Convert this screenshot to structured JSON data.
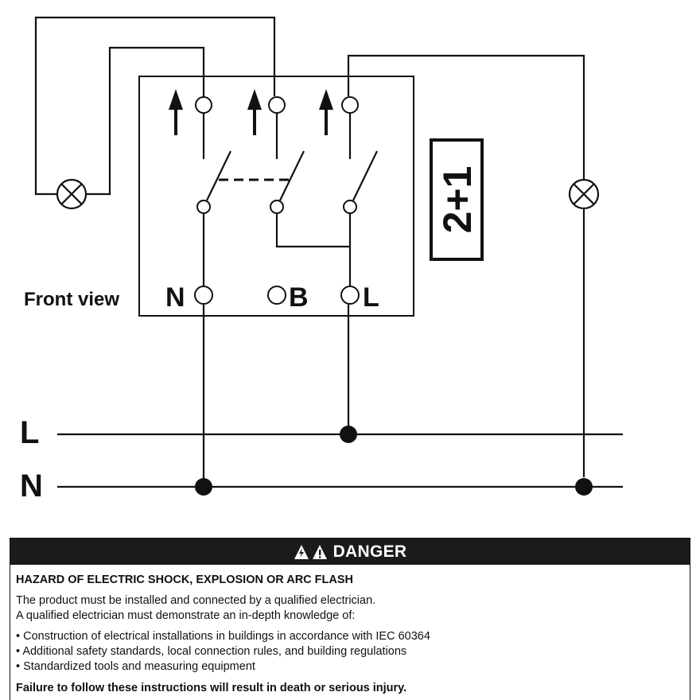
{
  "diagram": {
    "front_view_label": "Front view",
    "terminal_labels": {
      "n": "N",
      "b": "B",
      "l": "L"
    },
    "type_label": "2+1",
    "bus_labels": {
      "l": "L",
      "n": "N"
    },
    "icons": [
      "lamp-icon",
      "arrow-up-icon",
      "switch-contact-icon"
    ]
  },
  "danger": {
    "title": "DANGER",
    "heading": "HAZARD OF ELECTRIC SHOCK, EXPLOSION OR ARC FLASH",
    "lines": [
      "The product must be installed and connected by a qualified electrician.",
      "A qualified electrician must demonstrate an in-depth knowledge of:"
    ],
    "bullets": [
      "Construction of electrical installations in buildings in accordance with IEC 60364",
      "Additional safety standards, local connection rules, and building regulations",
      "Standardized tools and measuring equipment"
    ],
    "warning": "Failure to follow these instructions will result in death or serious injury."
  }
}
